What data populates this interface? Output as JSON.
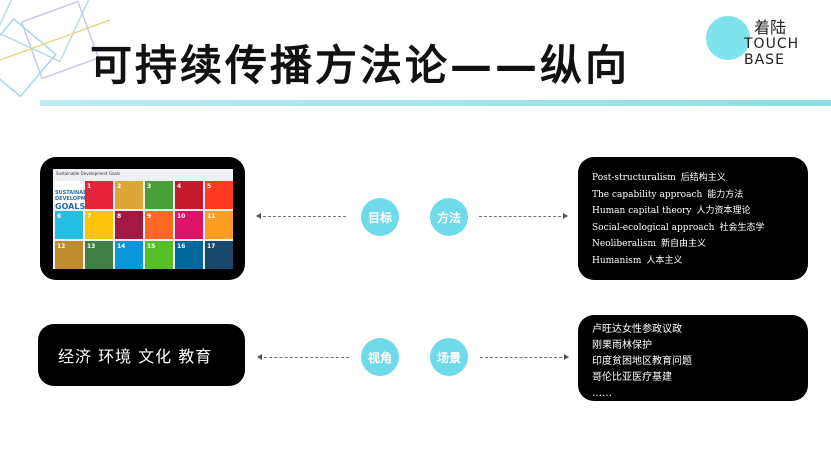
{
  "title": "可持续传播方法论——纵向",
  "logo": {
    "cn": "着陆",
    "en_line1": "TOUCH",
    "en_line2": "BASE"
  },
  "sdg": {
    "header": "Sustainable Development Goals",
    "goals_text_top": "SUSTAINABLE DEVELOPMENT",
    "goals_text_big": "GOALS",
    "tiles": [
      {
        "num": "1",
        "color": "#e5243b"
      },
      {
        "num": "2",
        "color": "#dda63a"
      },
      {
        "num": "3",
        "color": "#4c9f38"
      },
      {
        "num": "4",
        "color": "#c5192d"
      },
      {
        "num": "5",
        "color": "#ff3a21"
      },
      {
        "num": "6",
        "color": "#26bde2"
      },
      {
        "num": "7",
        "color": "#fcc30b"
      },
      {
        "num": "8",
        "color": "#a21942"
      },
      {
        "num": "9",
        "color": "#fd6925"
      },
      {
        "num": "10",
        "color": "#dd1367"
      },
      {
        "num": "11",
        "color": "#fd9d24"
      },
      {
        "num": "12",
        "color": "#bf8b2e"
      },
      {
        "num": "13",
        "color": "#3f7e44"
      },
      {
        "num": "14",
        "color": "#0a97d9"
      },
      {
        "num": "15",
        "color": "#56c02b"
      },
      {
        "num": "16",
        "color": "#00689d"
      },
      {
        "num": "17",
        "color": "#19486a"
      }
    ]
  },
  "methods": [
    {
      "en": "Post-structuralism",
      "cn": "后结构主义"
    },
    {
      "en": "The capability approach",
      "cn": "能力方法"
    },
    {
      "en": "Human capital theory",
      "cn": "人力资本理论"
    },
    {
      "en": "Social-ecological approach",
      "cn": "社会生态学"
    },
    {
      "en": "Neoliberalism",
      "cn": "新自由主义"
    },
    {
      "en": "Humanism",
      "cn": "人本主义"
    }
  ],
  "perspectives": "经济  环境  文化  教育",
  "scenes": [
    "卢旺达女性参政议政",
    "刚果雨林保护",
    "印度贫困地区教育问题",
    "哥伦比亚医疗基建",
    "……"
  ],
  "labels": {
    "goal": "目标",
    "method": "方法",
    "perspective": "视角",
    "scene": "场景"
  },
  "accent_color": "#6fdbe8"
}
